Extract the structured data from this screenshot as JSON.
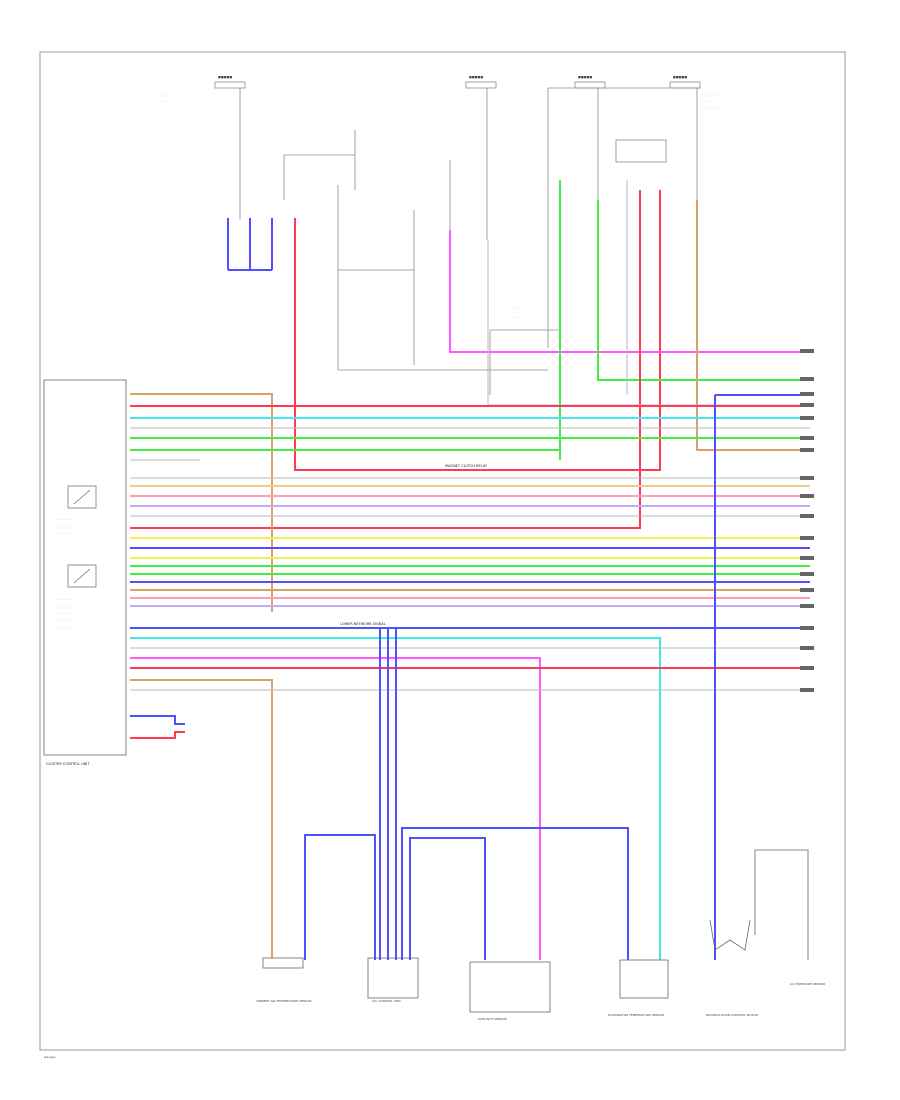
{
  "border_label": "Gauges",
  "control_unit": {
    "label": "CLUSTER CONTROL UNIT"
  },
  "mid_bus_label": "MAGNET CLUTCH RELAY",
  "lower_bus_label": "LOWER NETWORK SIGNAL",
  "sensors": [
    {
      "label": "AMBIENT AIR TEMPERATURE SENSOR"
    },
    {
      "label": "A/C CONTROL UNIT"
    },
    {
      "label": "SUNLIGHT SENSOR"
    },
    {
      "label": "EVAPORATOR TEMPERATURE SENSOR"
    },
    {
      "label": "RECIRCULATION CONTROL MOTOR"
    },
    {
      "label": "A/C PRESSURE SENSOR"
    }
  ],
  "colors": {
    "red": "#ff3a55",
    "blue": "#5050ff",
    "magenta": "#ff5aff",
    "green": "#44ee44",
    "cyan": "#44e8e8",
    "orange": "#d6a26a",
    "yellow": "#f4f050",
    "pink": "#ff9fb0",
    "gray": "#b8b8b8",
    "lavender": "#c8a8ff",
    "peach": "#f0c890"
  }
}
